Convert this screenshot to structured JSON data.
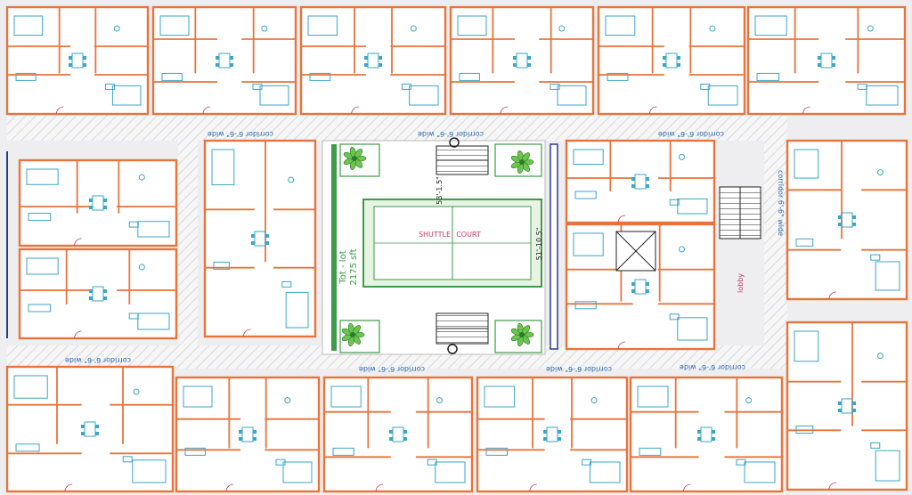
{
  "court": {
    "label1": "SHUTTLE",
    "label2": "COURT"
  },
  "tot_lot": {
    "line1": "Tot - lot",
    "line2": "2175 sft"
  },
  "dims": {
    "court_width": "53'-1.5\"",
    "court_height": "51'-10.5\""
  },
  "corridor_labels": [
    "corridor 6'-6\" wide",
    "corridor 6'-6\" wide",
    "corridor 6'-6\" wide",
    "corridor 6'-6\" wide",
    "corridor 6'-6\" wide",
    "corridor 6'-6\" wide",
    "corridor 6'-6\" wide",
    "corridor 6'-6\" wide"
  ],
  "lobby_label": "lobby",
  "colors": {
    "wall": "#e8743b",
    "furniture": "#3aa6c8",
    "background": "#eeeef0",
    "court_green": "#3f9a4a",
    "stair_black": "#222222",
    "accent_blue": "#2b3b8c",
    "leaf_green": "#6bc54e"
  }
}
